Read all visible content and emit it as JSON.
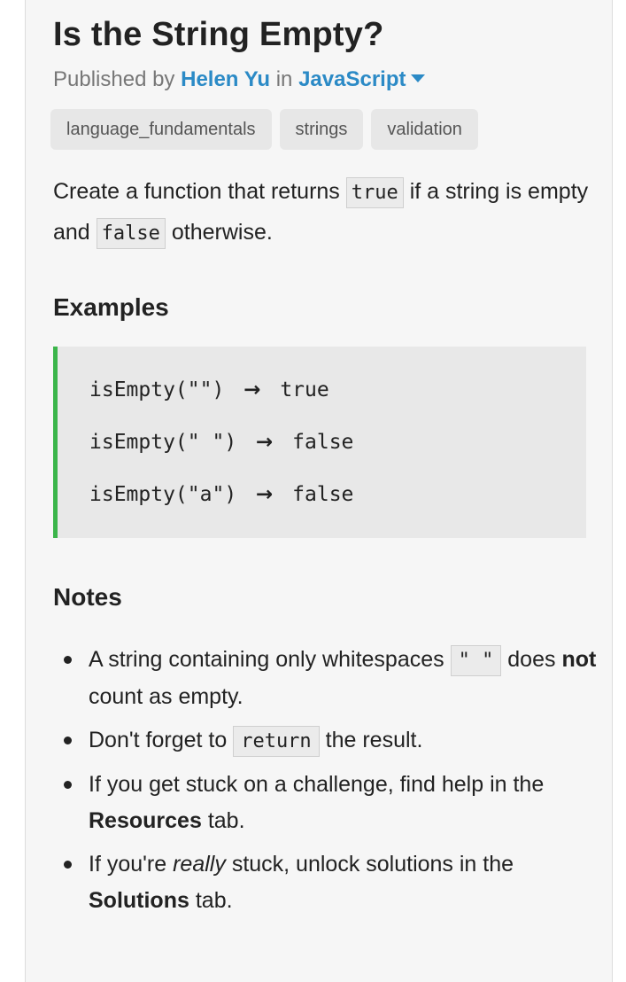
{
  "challenge": {
    "title": "Is the String Empty?",
    "published_by_label": "Published by",
    "author": "Helen Yu",
    "in_label": "in",
    "language": "JavaScript"
  },
  "tags": [
    "language_fundamentals",
    "strings",
    "validation"
  ],
  "description": {
    "part1": "Create a function that returns",
    "code_true": "true",
    "part2": "if a string is empty and",
    "code_false": "false",
    "part3": "otherwise."
  },
  "examples": {
    "heading": "Examples",
    "items": [
      {
        "call": "isEmpty(\"\")",
        "result": "true"
      },
      {
        "call": "isEmpty(\" \")",
        "result": "false"
      },
      {
        "call": "isEmpty(\"a\")",
        "result": "false"
      }
    ]
  },
  "notes": {
    "heading": "Notes",
    "n1": {
      "text1": "A string containing only whitespaces",
      "code": "\" \"",
      "text2": "does",
      "bold": "not",
      "text3": "count as empty."
    },
    "n2": {
      "text1": "Don't forget to",
      "code": "return",
      "text2": "the result."
    },
    "n3": {
      "text1": "If you get stuck on a challenge, find help in the",
      "bold": "Resources",
      "text2": "tab."
    },
    "n4": {
      "text1": "If you're",
      "italic": "really",
      "text2": "stuck, unlock solutions in the",
      "bold": "Solutions",
      "text3": "tab."
    }
  },
  "colors": {
    "link": "#2b8ac6",
    "example_accent": "#3bb54a"
  },
  "icons": {
    "arrow": "→",
    "dropdown": "caret-down-icon"
  }
}
